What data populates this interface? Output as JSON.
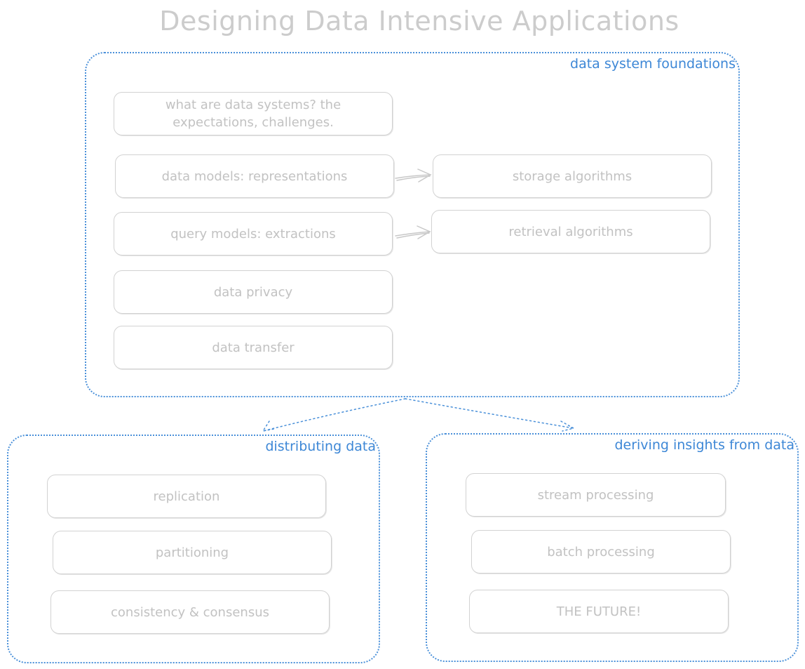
{
  "title": "Designing Data Intensive Applications",
  "colors": {
    "group_border": "#4a90d9",
    "group_label": "#3d87d6",
    "box_border": "#d2d2d2",
    "box_text": "#c2c2c2",
    "title": "#cccccc"
  },
  "groups": {
    "foundations": {
      "label": "data system foundations",
      "boxes": {
        "what_are_data_systems": "what are data systems? the expectations, challenges.",
        "data_models": "data models: representations",
        "storage_algorithms": "storage algorithms",
        "query_models": "query models: extractions",
        "retrieval_algorithms": "retrieval algorithms",
        "data_privacy": "data privacy",
        "data_transfer": "data transfer"
      }
    },
    "distributing": {
      "label": "distributing data",
      "boxes": {
        "replication": "replication",
        "partitioning": "partitioning",
        "consistency": "consistency & consensus"
      }
    },
    "insights": {
      "label": "deriving insights from data",
      "boxes": {
        "stream_processing": "stream processing",
        "batch_processing": "batch processing",
        "the_future": "THE FUTURE!"
      }
    }
  }
}
